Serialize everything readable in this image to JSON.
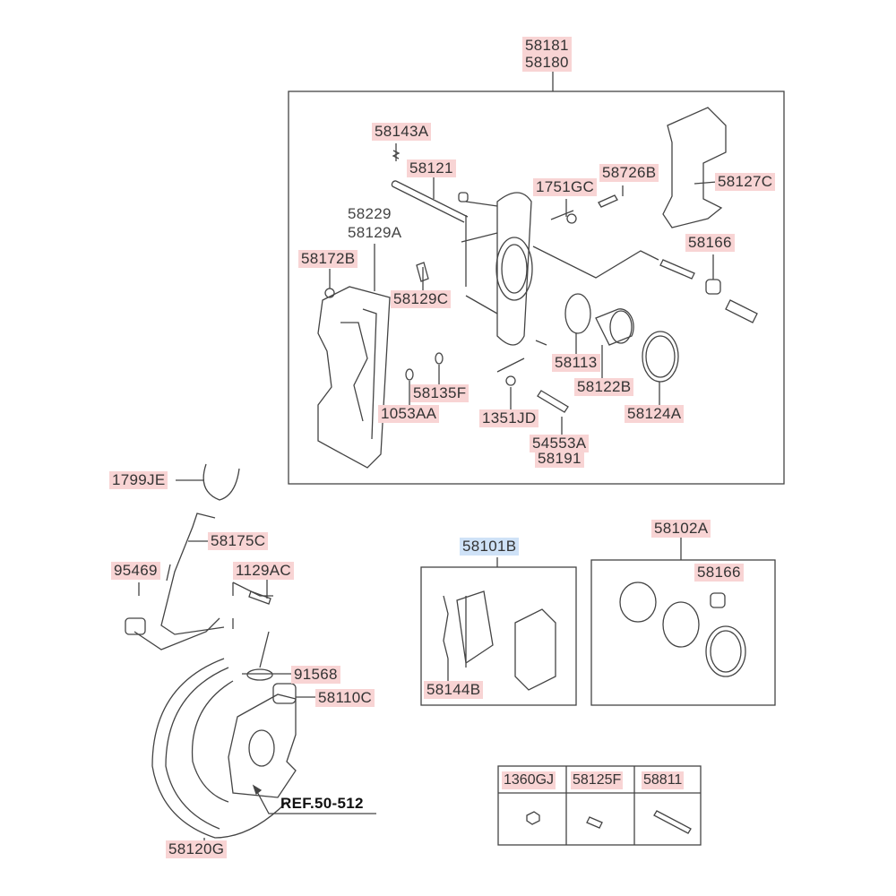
{
  "diagram": {
    "caliper_assembly": {
      "labels": [
        "58181",
        "58180"
      ]
    },
    "caliper_parts": {
      "p58143A": "58143A",
      "p58121": "58121",
      "p58726B": "58726B",
      "p1751GC": "1751GC",
      "p58127C": "58127C",
      "p58229": "58229",
      "p58129A": "58129A",
      "p58166": "58166",
      "p58172B": "58172B",
      "p58129C": "58129C",
      "p58113": "58113",
      "p58122B": "58122B",
      "p58135F": "58135F",
      "p1053AA": "1053AA",
      "p1351JD": "1351JD",
      "p58124A": "58124A",
      "p54553A": "54553A",
      "p58191": "58191"
    },
    "brake_parts": {
      "p1799JE": "1799JE",
      "p58175C": "58175C",
      "p95469": "95469",
      "p1129AC": "1129AC",
      "p91568": "91568",
      "p58110C": "58110C",
      "ref": "REF.50-512",
      "p58120G": "58120G"
    },
    "pad_kit": {
      "label": "58101B",
      "p58144B": "58144B"
    },
    "seal_kit": {
      "label": "58102A",
      "p58166": "58166"
    },
    "small_parts_table": {
      "headers": [
        "1360GJ",
        "58125F",
        "58811"
      ]
    }
  },
  "colors": {
    "highlight": "#f8d4d4",
    "selected": "#cfe2f7",
    "line": "#333333"
  }
}
